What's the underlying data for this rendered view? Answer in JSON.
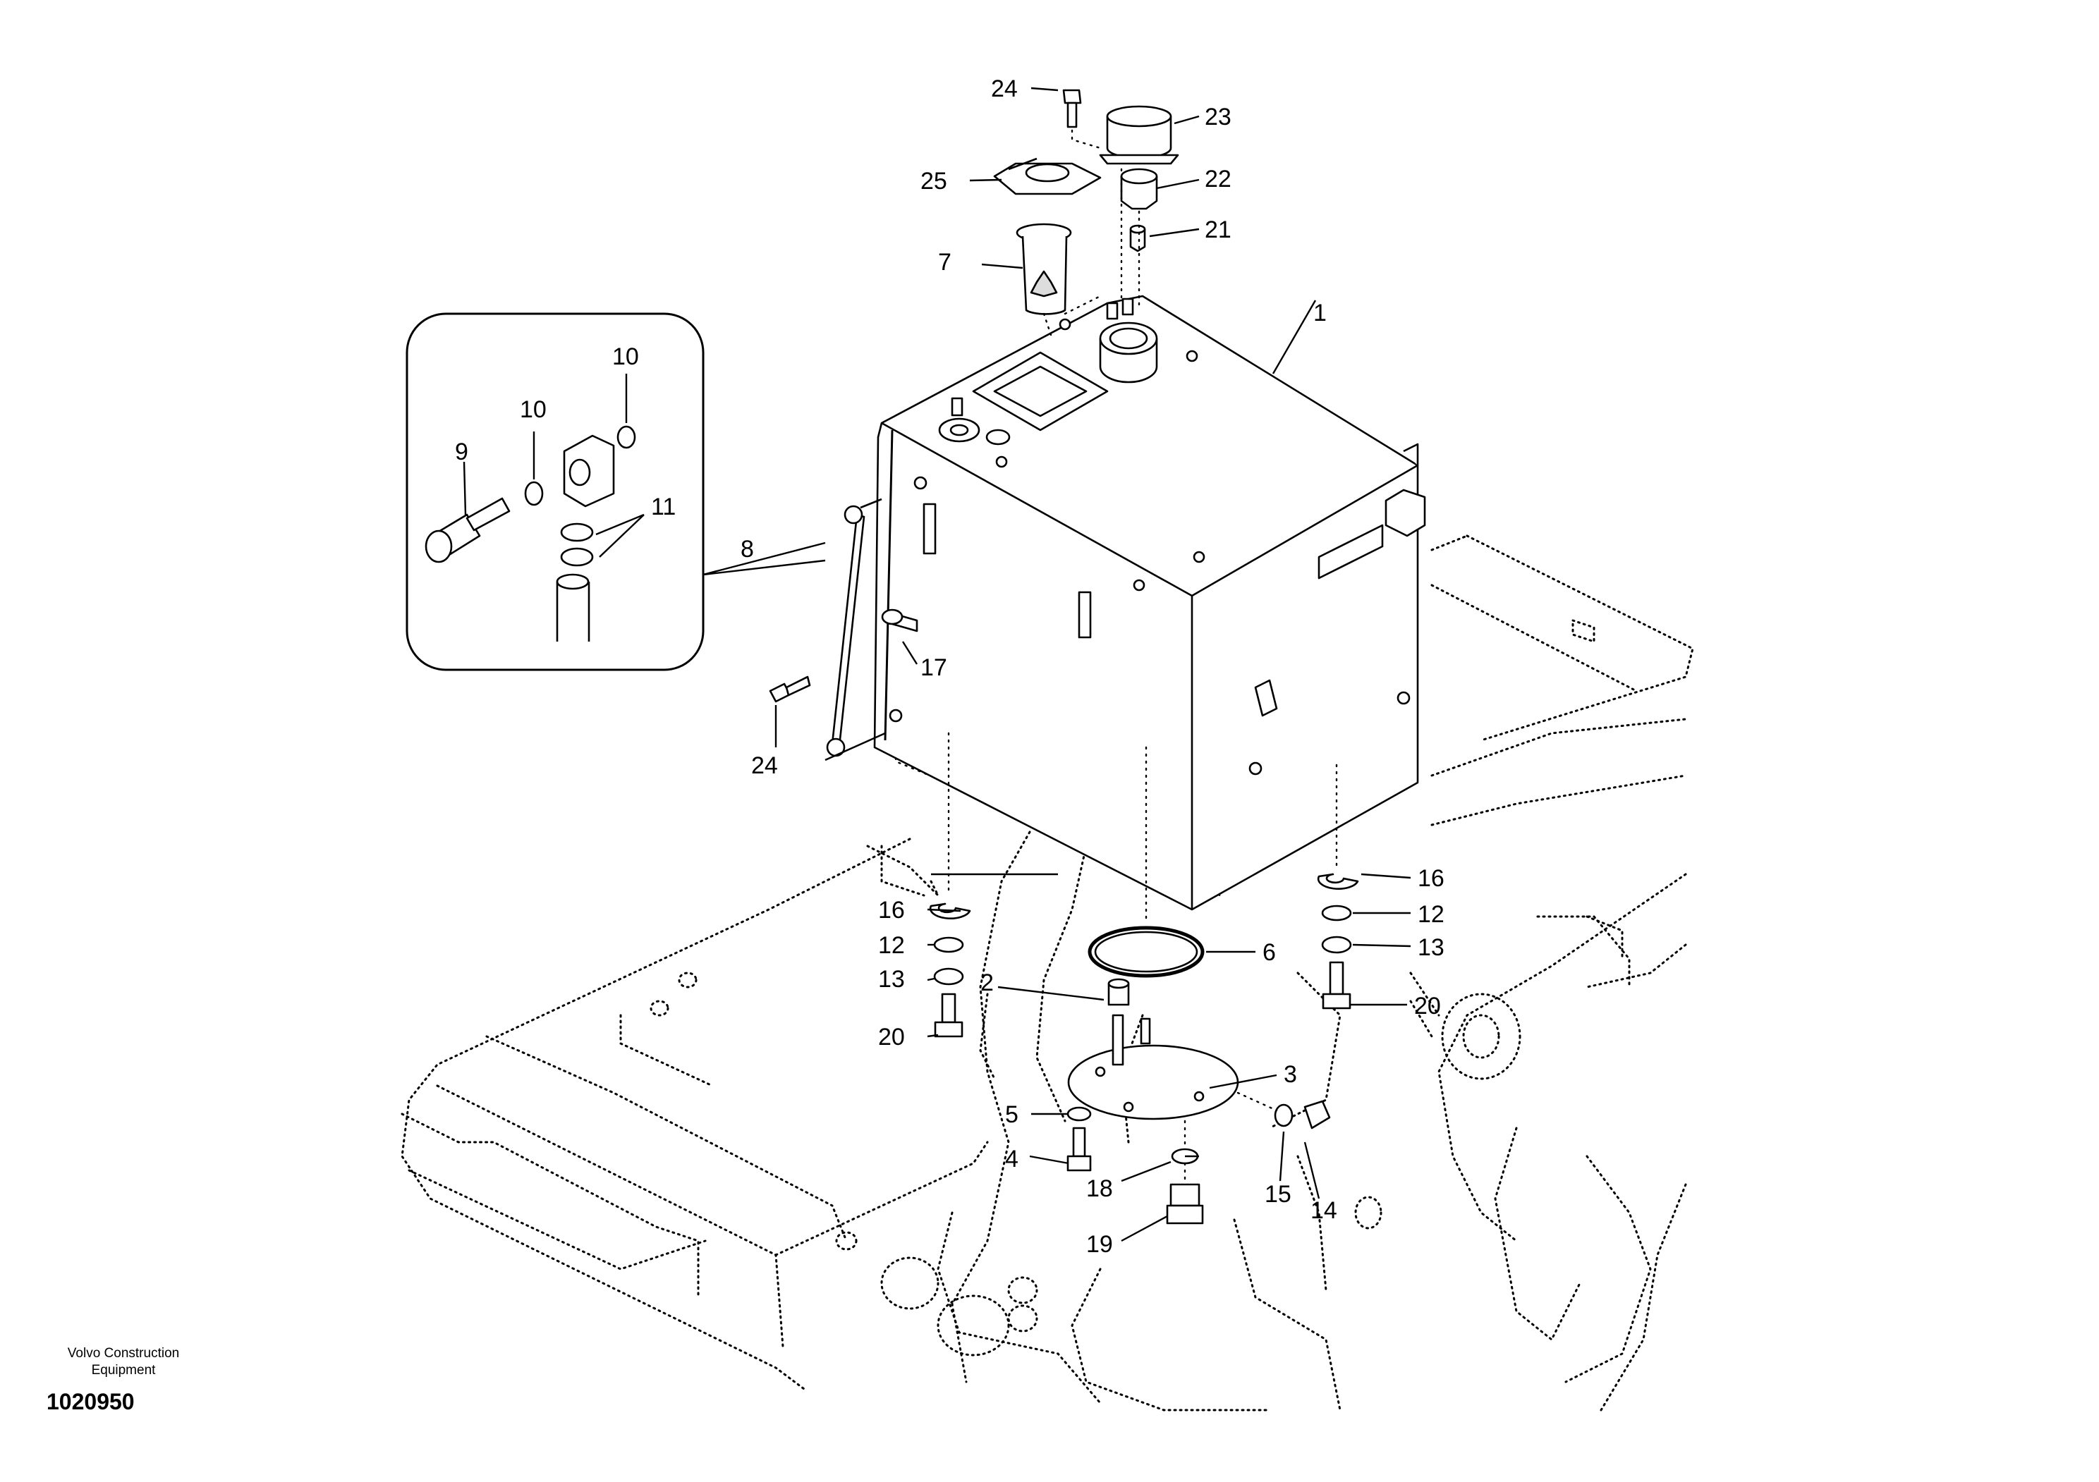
{
  "footer": {
    "company": "Volvo Construction Equipment",
    "drawing_number": "1020950"
  },
  "callouts": {
    "n1": "1",
    "n2": "2",
    "n3": "3",
    "n4": "4",
    "n5": "5",
    "n6": "6",
    "n7": "7",
    "n8": "8",
    "n9": "9",
    "n10a": "10",
    "n10b": "10",
    "n11": "11",
    "n12a": "12",
    "n12b": "12",
    "n13a": "13",
    "n13b": "13",
    "n14": "14",
    "n15": "15",
    "n16a": "16",
    "n16b": "16",
    "n17": "17",
    "n18": "18",
    "n19": "19",
    "n20a": "20",
    "n20b": "20",
    "n21": "21",
    "n22": "22",
    "n23": "23",
    "n24a": "24",
    "n24b": "24",
    "n25": "25"
  }
}
